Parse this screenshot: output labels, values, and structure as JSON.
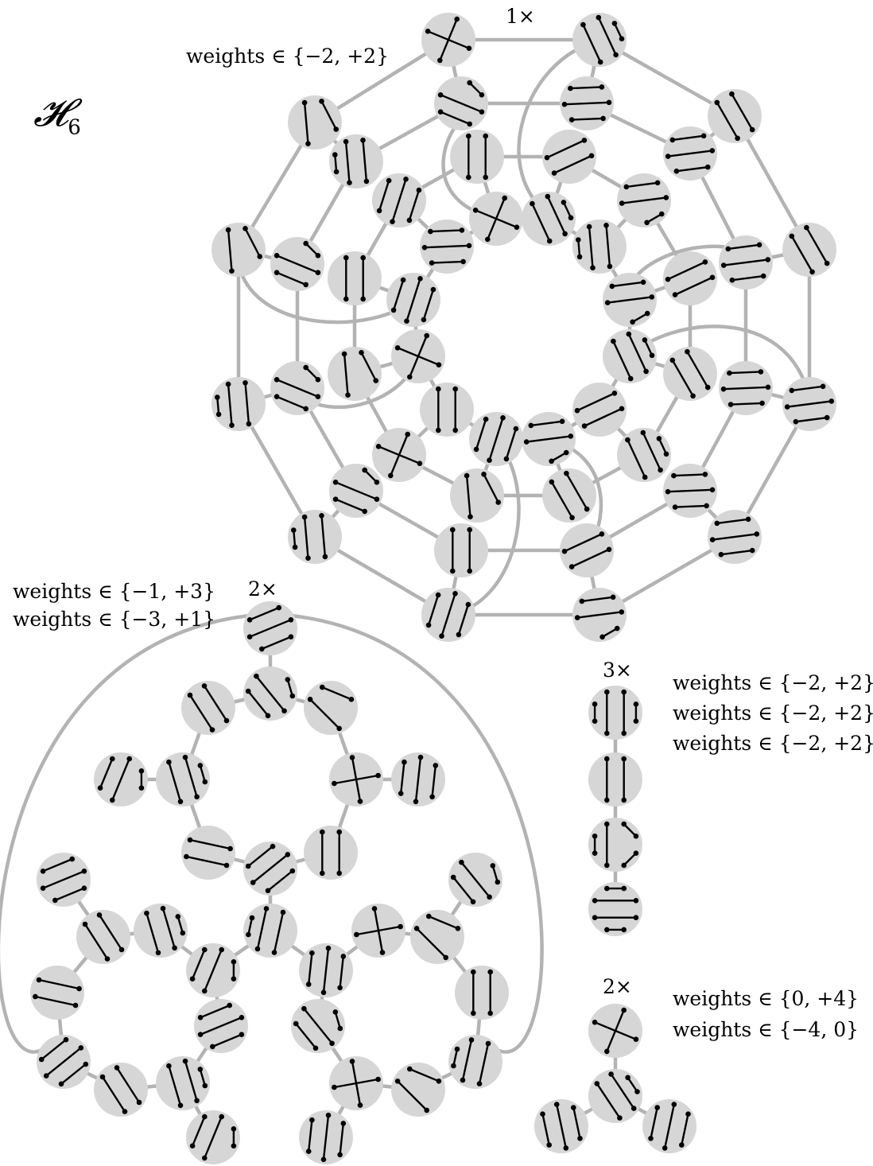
{
  "title": {
    "text": "𝓗",
    "subscript": "6"
  },
  "components": [
    {
      "id": "c1",
      "multiplicity": "1×",
      "weights": [
        "weights ∈ {−2, +2}"
      ]
    },
    {
      "id": "c2",
      "multiplicity": "2×",
      "weights": [
        "weights ∈ {−1, +3}",
        "weights ∈ {−3, +1}"
      ]
    },
    {
      "id": "c3",
      "multiplicity": "3×",
      "weights": [
        "weights ∈ {−2, +2}",
        "weights ∈ {−2, +2}",
        "weights ∈ {−2, +2}"
      ]
    },
    {
      "id": "c4",
      "multiplicity": "2×",
      "weights": [
        "weights ∈ {0, +4}",
        "weights ∈ {−4, 0}"
      ]
    }
  ],
  "colors": {
    "edge": "#b3b3b3",
    "node_fill": "#d6d6d6",
    "chord": "#000000"
  }
}
